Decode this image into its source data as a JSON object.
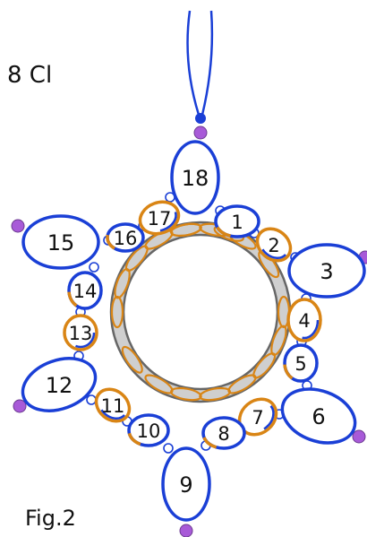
{
  "title": "8 Cl",
  "caption": "Fig.2",
  "colors": {
    "thread": "#1a3fd6",
    "chain": "#d98515",
    "ring_fill": "#cfcfcf",
    "ring_stroke": "#666666",
    "picot": "#a85ad8"
  },
  "rings": [
    {
      "label": "1"
    },
    {
      "label": "2"
    },
    {
      "label": "3"
    },
    {
      "label": "4"
    },
    {
      "label": "5"
    },
    {
      "label": "6"
    },
    {
      "label": "7"
    },
    {
      "label": "8"
    },
    {
      "label": "9"
    },
    {
      "label": "10"
    },
    {
      "label": "11"
    },
    {
      "label": "12"
    },
    {
      "label": "13"
    },
    {
      "label": "14"
    },
    {
      "label": "15"
    },
    {
      "label": "16"
    },
    {
      "label": "17"
    },
    {
      "label": "18"
    }
  ]
}
